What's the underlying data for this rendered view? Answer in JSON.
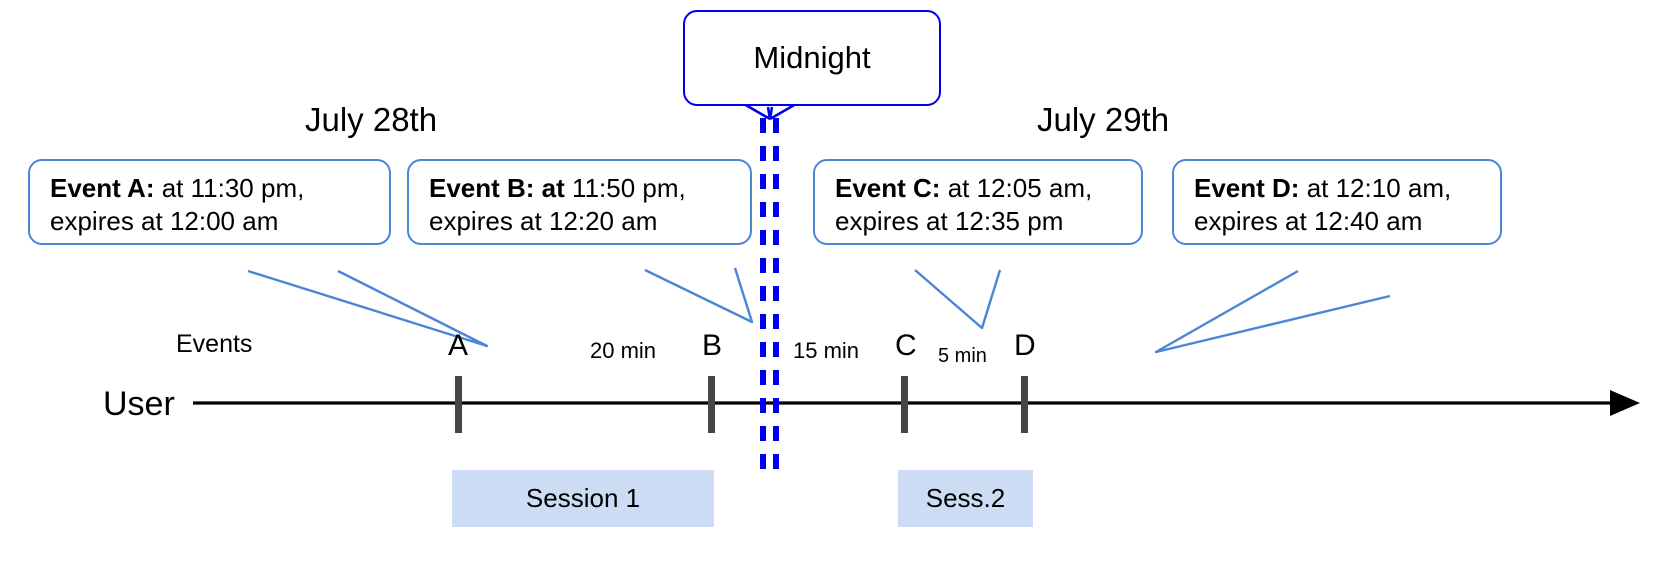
{
  "diagram": {
    "title_note": "Event expiry across midnight timeline",
    "colors": {
      "callout_border": "#4a86d8",
      "midnight_border": "#0000ee",
      "midnight_dashes": "#0000ee",
      "session_fill": "#ccdcf5",
      "tick": "#464646",
      "axis": "#000000",
      "leader_line": "#4a86d8"
    }
  },
  "midnight": {
    "label": "Midnight"
  },
  "dates": {
    "left": "July 28th",
    "right": "July 29th"
  },
  "axis": {
    "user_label": "User",
    "events_label": "Events"
  },
  "callouts": [
    {
      "id": "event-a",
      "bold": "Event A:",
      "rest_line1": " at 11:30 pm,",
      "line2": "expires at 12:00 am"
    },
    {
      "id": "event-b",
      "bold": "Event B: at",
      "rest_line1": " 11:50 pm,",
      "line2": "expires at 12:20 am"
    },
    {
      "id": "event-c",
      "bold": "Event C:",
      "rest_line1": " at 12:05 am,",
      "line2": "expires at 12:35 pm"
    },
    {
      "id": "event-d",
      "bold": "Event D:",
      "rest_line1": "  at 12:10 am,",
      "line2": "expires at 12:40 am"
    }
  ],
  "ticks": [
    {
      "id": "tick-a",
      "letter": "A"
    },
    {
      "id": "tick-b",
      "letter": "B"
    },
    {
      "id": "tick-c",
      "letter": "C"
    },
    {
      "id": "tick-d",
      "letter": "D"
    }
  ],
  "gaps": [
    {
      "id": "gap-ab",
      "label": "20 min"
    },
    {
      "id": "gap-bc",
      "label": "15 min"
    },
    {
      "id": "gap-cd",
      "label": "5 min"
    }
  ],
  "sessions": [
    {
      "id": "session-1",
      "label": "Session 1"
    },
    {
      "id": "session-2",
      "label": "Sess.2"
    }
  ]
}
